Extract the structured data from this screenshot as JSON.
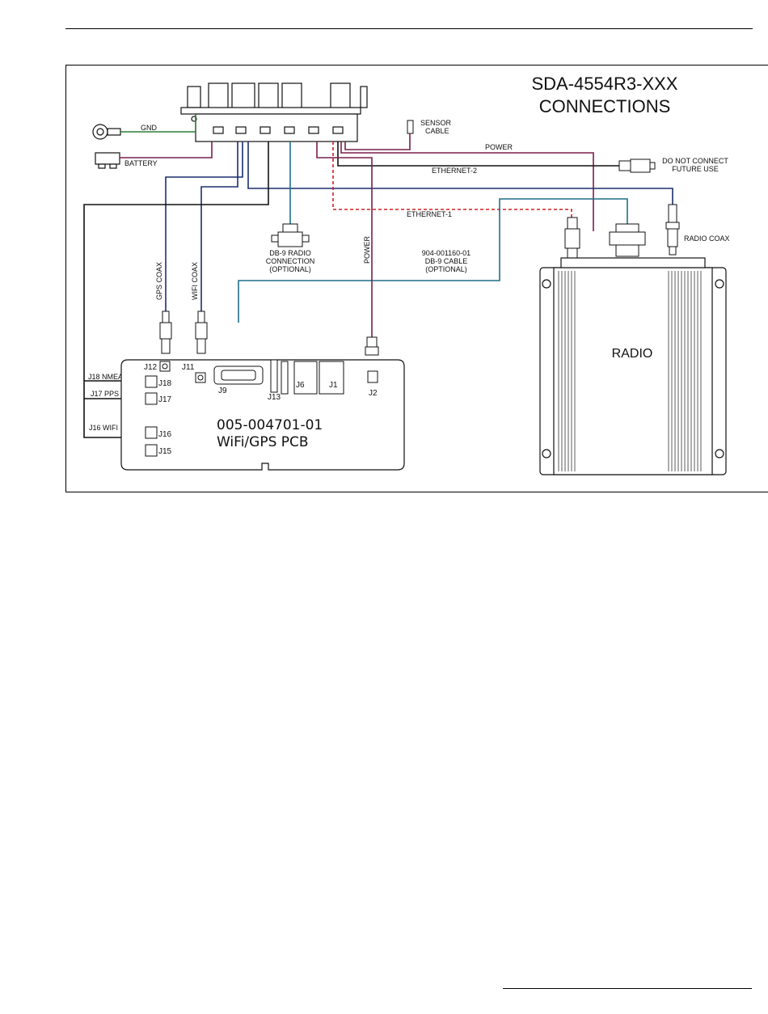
{
  "diagram": {
    "title_line1": "SDA-4554R3-XXX",
    "title_line2": "CONNECTIONS",
    "labels": {
      "gnd": "GND",
      "battery": "BATTERY",
      "sensor1": "SENSOR",
      "sensor2": "CABLE",
      "power_top": "POWER",
      "dnc1": "DO NOT CONNECT",
      "dnc2": "FUTURE USE",
      "ethernet2": "ETHERNET-2",
      "ethernet1": "ETHERNET-1",
      "radio_coax": "RADIO COAX",
      "db9_radio1": "DB-9 RADIO",
      "db9_radio2": "CONNECTION",
      "db9_radio3": "(OPTIONAL)",
      "cable1": "904-001160-01",
      "cable2": "DB-9 CABLE",
      "cable3": "(OPTIONAL)",
      "power_vert": "POWER",
      "gps_coax": "GPS COAX",
      "wifi_coax": "WIFI COAX",
      "radio": "RADIO",
      "pcb_part": "005-004701-01",
      "pcb_name": "WiFi/GPS PCB",
      "j12": "J12",
      "j11": "J11",
      "j9": "J9",
      "j13": "J13",
      "j6": "J6",
      "j1": "J1",
      "j2": "J2",
      "j18": "J18",
      "j17": "J17",
      "j16": "J16",
      "j15": "J15",
      "j18_nmea": "J18 NMEA",
      "j17_pps": "J17 PPS",
      "j16_wifi": "J16 WIFI"
    },
    "colors": {
      "power": "#7a1f4b",
      "coax": "#1c2f6e",
      "serial": "#1f6f8b",
      "ethernet1": "#d22020",
      "ground": "#2e7d32",
      "black": "#111111"
    }
  }
}
